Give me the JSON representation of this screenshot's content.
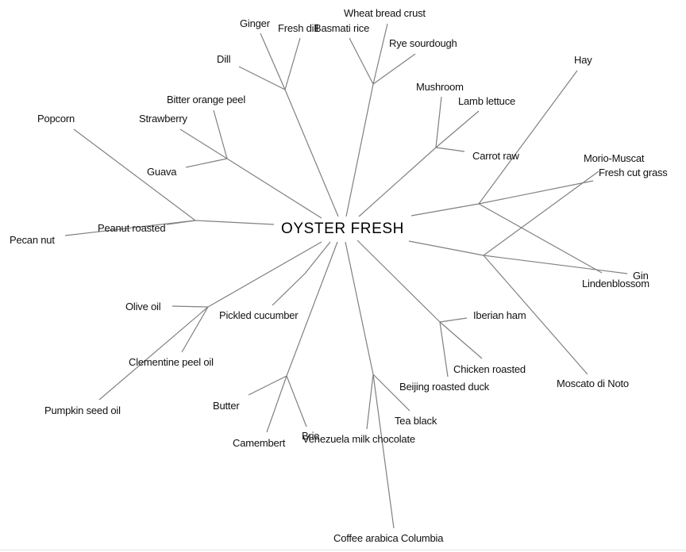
{
  "diagram": {
    "type": "radial-tree",
    "root": {
      "id": "root",
      "label": "OYSTER FRESH"
    },
    "colors": {
      "edge": "#808080",
      "text": "#111111",
      "background": "#ffffff"
    },
    "branches": [
      {
        "id": "b-herb",
        "children": [
          "Ginger",
          "Fresh dill",
          "Dill"
        ]
      },
      {
        "id": "b-grain",
        "children": [
          "Basmati rice",
          "Wheat bread crust",
          "Rye sourdough"
        ]
      },
      {
        "id": "b-veg",
        "children": [
          "Mushroom",
          "Lamb lettuce",
          "Carrot raw"
        ]
      },
      {
        "id": "b-wine1",
        "children": [
          "Hay",
          "Morio-Muscat",
          "Lindenblossom"
        ]
      },
      {
        "id": "b-wine2",
        "children": [
          "Fresh cut grass",
          "Gin",
          "Moscato di Noto"
        ]
      },
      {
        "id": "b-meat",
        "children": [
          "Iberian ham",
          "Chicken roasted",
          "Beijing roasted duck"
        ]
      },
      {
        "id": "b-choc",
        "children": [
          "Venezuela milk chocolate",
          "Tea black",
          "Coffee arabica Columbia"
        ]
      },
      {
        "id": "b-dairy",
        "children": [
          "Butter",
          "Camembert",
          "Brie"
        ]
      },
      {
        "id": "b-pickle",
        "children": [
          "Pickled cucumber"
        ]
      },
      {
        "id": "b-oil",
        "children": [
          "Olive oil",
          "Clementine peel oil",
          "Pumpkin seed oil"
        ]
      },
      {
        "id": "b-nut",
        "children": [
          "Popcorn",
          "Peanut roasted",
          "Pecan nut"
        ]
      },
      {
        "id": "b-fruit",
        "children": [
          "Bitter orange peel",
          "Strawberry",
          "Guava"
        ]
      }
    ]
  }
}
